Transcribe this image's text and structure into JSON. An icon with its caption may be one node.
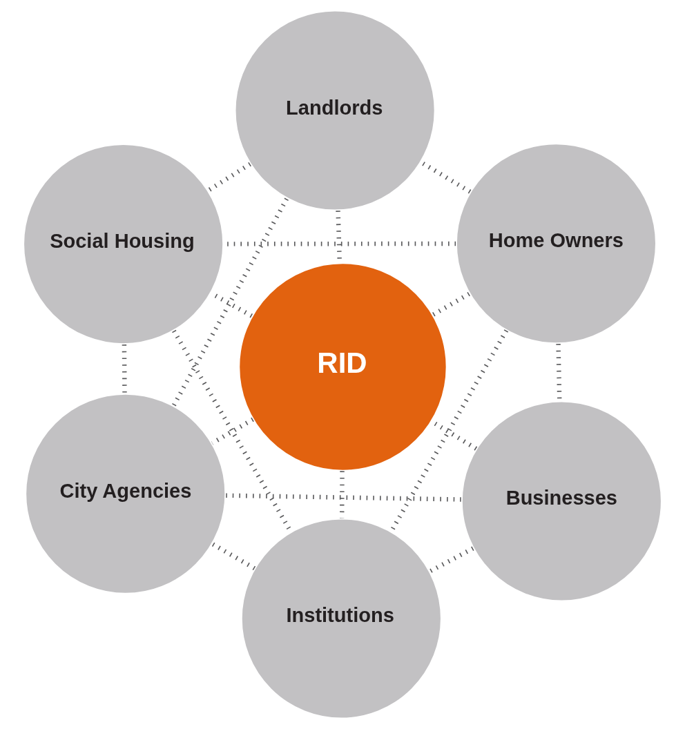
{
  "diagram": {
    "nodes": [
      {
        "text": [
          "Home Owners"
        ]
      },
      {
        "text": [
          "Landlords"
        ]
      },
      {
        "text": [
          "Businesses"
        ]
      },
      {
        "text": [
          "RID"
        ]
      },
      {
        "text": [
          "Social Housing"
        ]
      },
      {
        "text": [
          "Institutions"
        ]
      },
      {
        "text": [
          "City Agencies"
        ]
      }
    ],
    "edges": [
      {
        "from": 0,
        "to": 1,
        "arrow": "none"
      },
      {
        "from": 0,
        "to": 2,
        "arrow": "none"
      },
      {
        "from": 0,
        "to": 3,
        "arrow": "none"
      },
      {
        "from": 0,
        "to": 4,
        "arrow": "none"
      },
      {
        "from": 0,
        "to": 5,
        "arrow": "none"
      },
      {
        "from": 1,
        "to": 3,
        "arrow": "none"
      },
      {
        "from": 1,
        "to": 4,
        "arrow": "none"
      },
      {
        "from": 1,
        "to": 6,
        "arrow": "none"
      },
      {
        "from": 2,
        "to": 3,
        "arrow": "none"
      },
      {
        "from": 2,
        "to": 5,
        "arrow": "none"
      },
      {
        "from": 2,
        "to": 6,
        "arrow": "none"
      },
      {
        "from": 3,
        "to": 4,
        "arrow": "none"
      },
      {
        "from": 3,
        "to": 5,
        "arrow": "none"
      },
      {
        "from": 3,
        "to": 6,
        "arrow": "none"
      },
      {
        "from": 4,
        "to": 5,
        "arrow": "none"
      },
      {
        "from": 4,
        "to": 6,
        "arrow": "none"
      },
      {
        "from": 5,
        "to": 6,
        "arrow": "none"
      }
    ]
  }
}
